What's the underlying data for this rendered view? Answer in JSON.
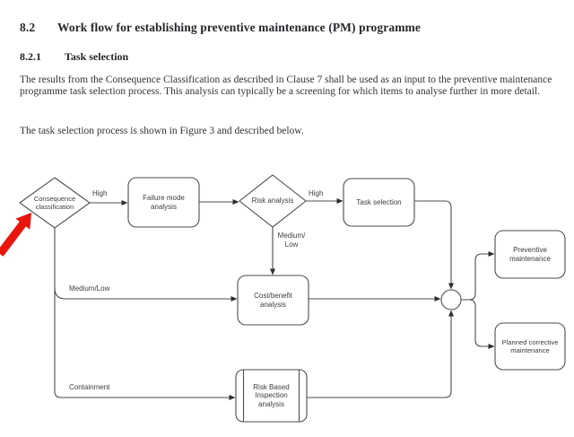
{
  "document": {
    "heading": {
      "number": "8.2",
      "title": "Work flow for establishing preventive maintenance (PM) programme"
    },
    "subheading": {
      "number": "8.2.1",
      "title": "Task selection"
    },
    "paragraph1": "The results from the Consequence Classification as described in Clause 7 shall be used as an input to the preventive maintenance programme task selection process. This analysis can typically be a screening for which items to analyse further in more detail.",
    "paragraph2": "The task selection process is shown in Figure 3 and described below."
  },
  "flowchart": {
    "nodes": {
      "consequence": {
        "type": "decision",
        "label": "Consequence\nclassification"
      },
      "failure_mode": {
        "type": "process",
        "label": "Failure mode\nanalysis"
      },
      "risk_analysis": {
        "type": "decision",
        "label": "Risk analysis"
      },
      "task_selection": {
        "type": "process",
        "label": "Task selection"
      },
      "cost_benefit": {
        "type": "process",
        "label": "Cost/benefit\nanalysis"
      },
      "rbi": {
        "type": "predefined-process",
        "label": "Risk Based\nInspection\nanalysis"
      },
      "preventive": {
        "type": "process",
        "label": "Preventive\nmaintenance"
      },
      "planned_corrective": {
        "type": "process",
        "label": "Planned corrective\nmaintenance"
      }
    },
    "edge_labels": {
      "high_1": "High",
      "high_2": "High",
      "medium_low_vertical": "Medium/\nLow",
      "medium_low_left": "Medium/Low",
      "containment": "Containment"
    },
    "colors": {
      "line": "#4d4d4d",
      "arrowhead": "#2e2e2e",
      "red_arrow": "#e8150d"
    }
  }
}
